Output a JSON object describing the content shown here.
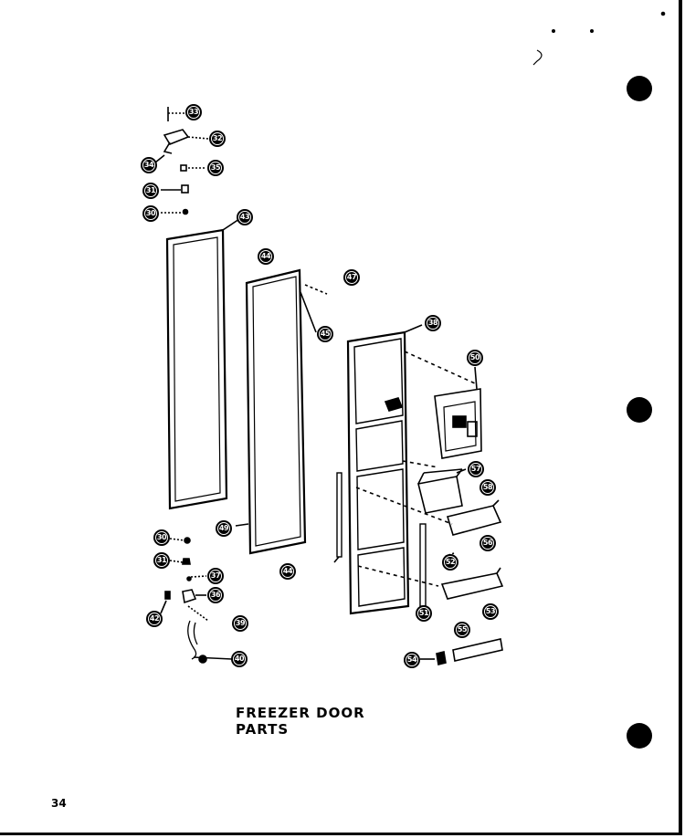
{
  "caption": "FREEZER DOOR PARTS",
  "page_number": "34",
  "callouts": [
    {
      "id": "c33",
      "label": "33"
    },
    {
      "id": "c32",
      "label": "32"
    },
    {
      "id": "c34",
      "label": "34"
    },
    {
      "id": "c35",
      "label": "35"
    },
    {
      "id": "c31a",
      "label": "31"
    },
    {
      "id": "c30a",
      "label": "30"
    },
    {
      "id": "c43",
      "label": "43"
    },
    {
      "id": "c44a",
      "label": "44"
    },
    {
      "id": "c47",
      "label": "47"
    },
    {
      "id": "c45",
      "label": "45"
    },
    {
      "id": "c38",
      "label": "38"
    },
    {
      "id": "c49",
      "label": "49"
    },
    {
      "id": "c44b",
      "label": "44"
    },
    {
      "id": "c50",
      "label": "50"
    },
    {
      "id": "c57",
      "label": "57"
    },
    {
      "id": "c58",
      "label": "58"
    },
    {
      "id": "c56",
      "label": "56"
    },
    {
      "id": "c52",
      "label": "52"
    },
    {
      "id": "c51",
      "label": "51"
    },
    {
      "id": "c53",
      "label": "53"
    },
    {
      "id": "c55",
      "label": "55"
    },
    {
      "id": "c54",
      "label": "54"
    },
    {
      "id": "c30b",
      "label": "30"
    },
    {
      "id": "c31b",
      "label": "31"
    },
    {
      "id": "c37",
      "label": "37"
    },
    {
      "id": "c36",
      "label": "36"
    },
    {
      "id": "c42",
      "label": "42"
    },
    {
      "id": "c39",
      "label": "39"
    },
    {
      "id": "c40",
      "label": "40"
    }
  ]
}
